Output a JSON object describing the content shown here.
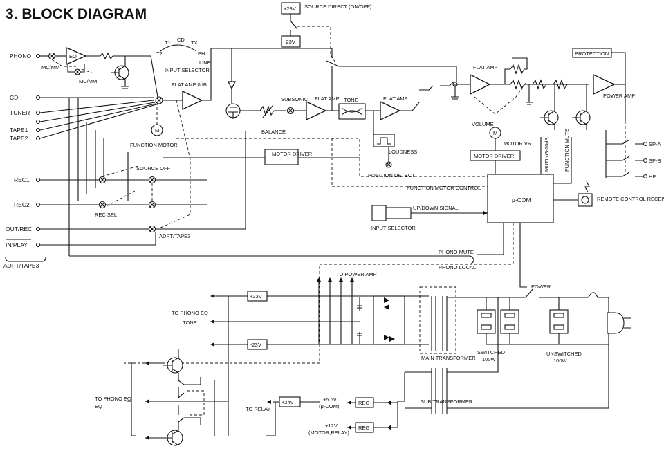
{
  "title": "3. BLOCK DIAGRAM",
  "inputs": [
    "PHONO",
    "CD",
    "TUNER",
    "TAPE1",
    "TAPE2",
    "REC1",
    "REC2",
    "OUT/REC",
    "IN/PLAY"
  ],
  "adpt_tape3_bracket": "ADPT/TAPE3",
  "labels": {
    "eq": "EQ",
    "mc_mm_1": "MC/MM",
    "mc_mm_2": "MC/MM",
    "input_selector": "INPUT SELECTOR",
    "sel_t1": "T1",
    "sel_cd": "CD",
    "sel_tx": "TX",
    "sel_t2": "T2",
    "sel_ph": "PH",
    "sel_line": "LINE",
    "flat_amp_0db": "FLAT AMP 0dB",
    "function_motor": "FUNCTION MOTOR",
    "source_off": "SOURCE OFF",
    "rec_sel": "REC SEL",
    "adpt_tape3": "ADPT/TAPE3",
    "plus23v_top": "+23V",
    "minus23v_top": "-23V",
    "source_direct": "SOURCE DIRECT (ON/OFF)",
    "subsonic": "SUBSONIC",
    "flat_amp_2": "FLAT AMP",
    "tone": "TONE",
    "flat_amp_3": "FLAT AMP",
    "balance": "BALANCE",
    "loudness": "LOUDNESS",
    "motor_driver_left": "MOTOR DRIVER",
    "position_detect": "POSITION DETECT",
    "function_motor_control": "FUNCTION MOTOR CONTROL",
    "flat_amp_4": "FLAT AMP",
    "volume": "VOLUME",
    "motor_vr": "MOTOR VR",
    "motor_driver_right": "MOTOR DRIVER",
    "protection": "PROTECTION",
    "power_amp": "POWER AMP",
    "muting": "MUTING-20dB",
    "function_mute": "FUNCTION MUTE",
    "sp_a": "SP-A",
    "sp_b": "SP-B",
    "hp": "HP",
    "ucom": "μ-COM",
    "remote": "REMOTE CONTROL RECEIVER UNIT",
    "up_down": "UP/DOWN SIGNAL",
    "input_selector_2": "INPUT SELECTOR",
    "phono_mute": "PHONO MUTE",
    "phono_local": "PHONO LOCAL",
    "to_power_amp": "TO POWER AMP",
    "plus23v": "+23V",
    "minus23v": "-23V",
    "to_phono_eq_tone": "TO PHONO EQ",
    "tone_2": "TONE",
    "power": "POWER",
    "main_transformer": "MAIN TRANSFORMER",
    "switched": "SWITCHED",
    "switched_w": "100W",
    "unswitched": "UNSWITCHED",
    "unswitched_w": "100W",
    "sub_transformer": "SUB TRANSFORMER",
    "to_phono_eq": "TO PHONO EQ",
    "to_relay": "TO RELAY",
    "plus24v": "+24V",
    "plus5v": "+5.6V",
    "plus5v_sub": "(μ-COM)",
    "reg1": "REG",
    "plus12v": "+12V",
    "plus12v_sub": "(MOTOR,RELAY)",
    "reg2": "REG",
    "motor_m": "M"
  }
}
